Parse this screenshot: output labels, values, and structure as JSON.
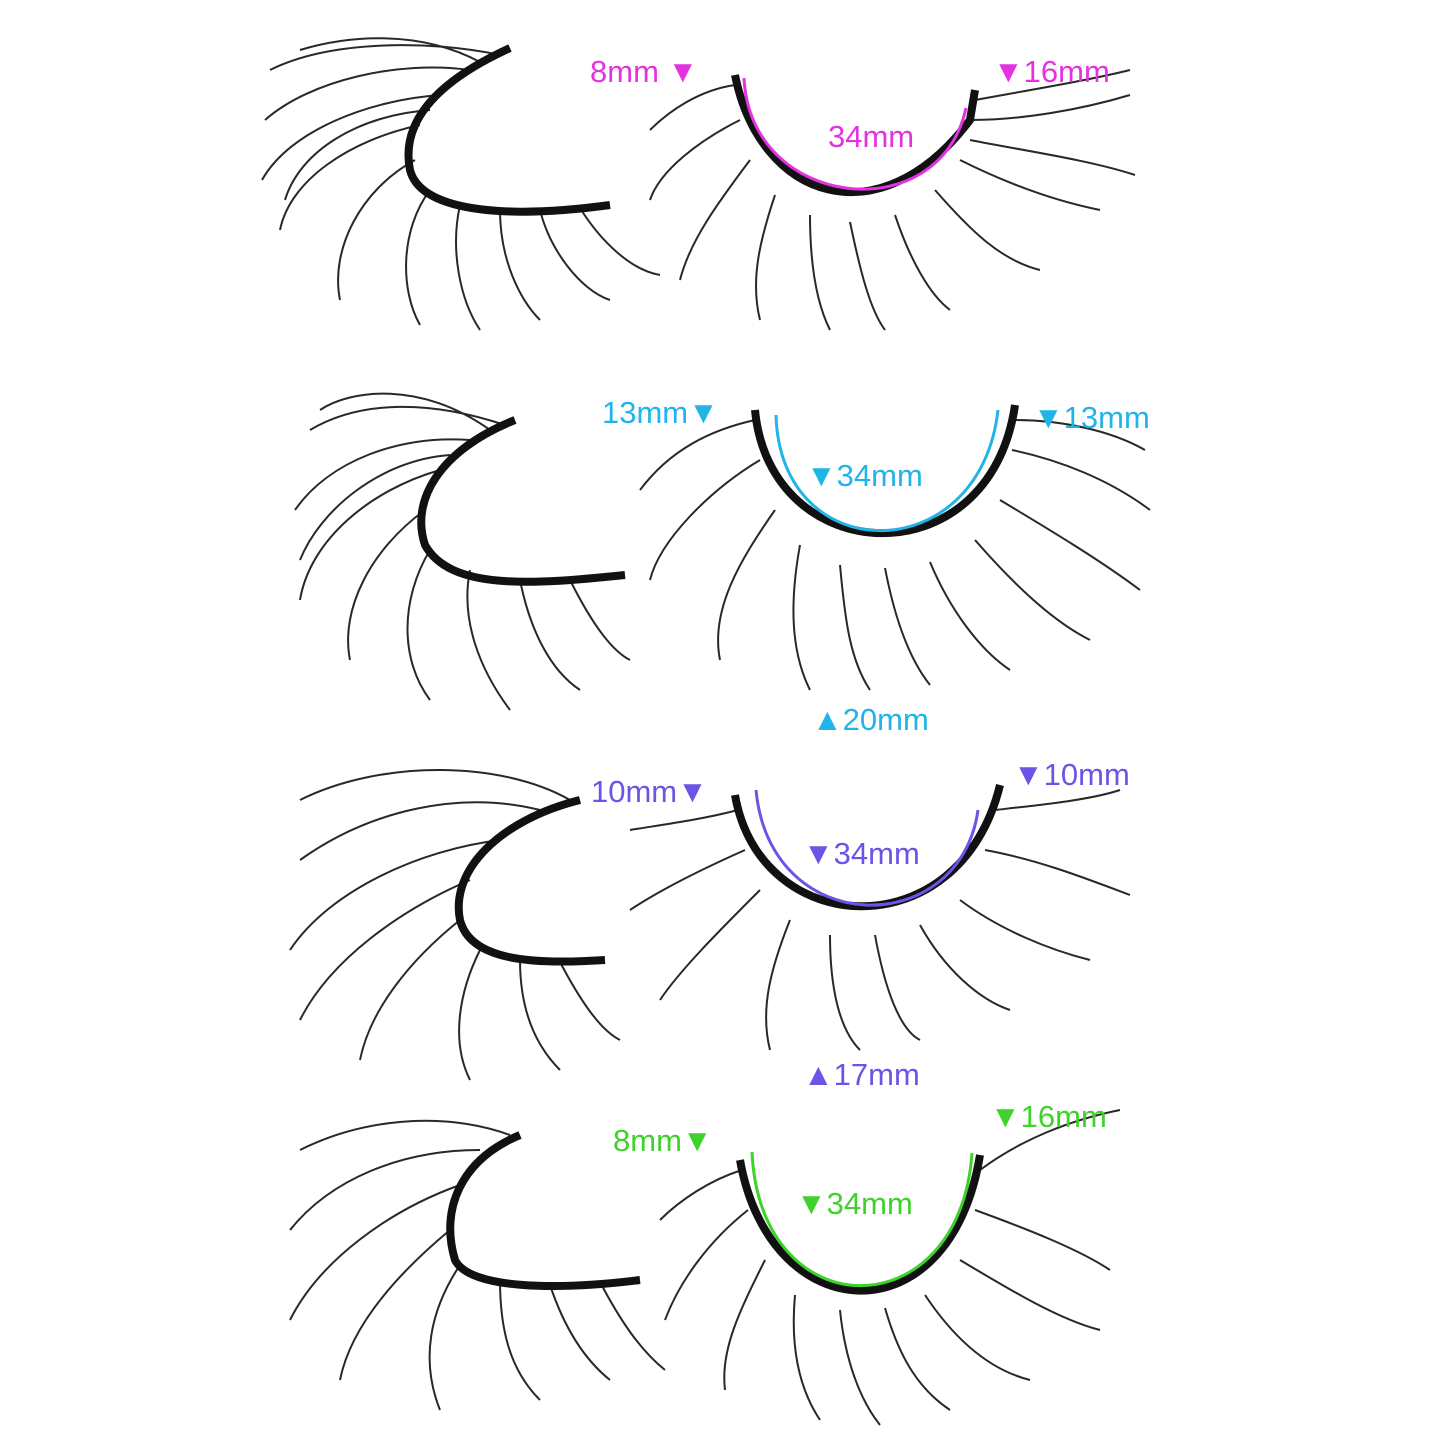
{
  "image": {
    "subject": "Four pairs of false eyelashes with measurement annotations",
    "background": "#ffffff"
  },
  "pairs": [
    {
      "color": "#e333e0",
      "left_length": "8mm",
      "right_length": "16mm",
      "band_length": "34mm",
      "left_label": "8mm ▼",
      "right_label": "▼16mm",
      "band_label": "34mm",
      "bottom_label": ""
    },
    {
      "color": "#21b4e8",
      "left_length": "13mm",
      "right_length": "13mm",
      "band_length": "34mm",
      "max_length": "20mm",
      "left_label": "13mm▼",
      "right_label": "▼13mm",
      "band_label": "▼34mm",
      "bottom_label": "▲20mm"
    },
    {
      "color": "#6a55e6",
      "left_length": "10mm",
      "right_length": "10mm",
      "band_length": "34mm",
      "max_length": "17mm",
      "left_label": "10mm▼",
      "right_label": "▼10mm",
      "band_label": "▼34mm",
      "bottom_label": "▲17mm"
    },
    {
      "color": "#3fd22a",
      "left_length": "8mm",
      "right_length": "16mm",
      "band_length": "34mm",
      "left_label": "8mm▼",
      "right_label": "▼16mm",
      "band_label": "▼34mm",
      "bottom_label": ""
    }
  ]
}
